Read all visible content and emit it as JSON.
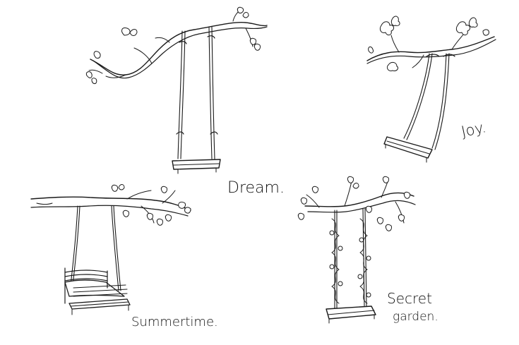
{
  "illustration": {
    "captions": {
      "dream": "Dream.",
      "joy": "Joy.",
      "summertime": "Summertime.",
      "secret_line1": "Secret",
      "secret_line2": "garden."
    },
    "colors": {
      "ink": "#1a1a1a",
      "background": "#ffffff"
    }
  }
}
